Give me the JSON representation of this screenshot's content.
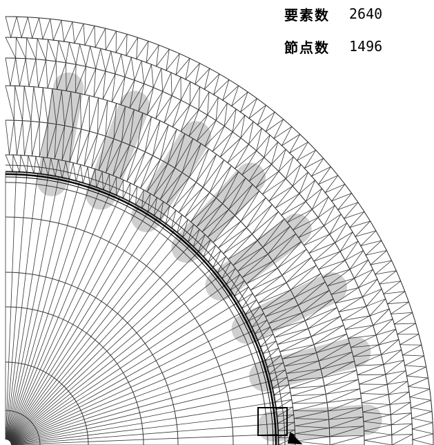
{
  "stats": {
    "elements_label": "要素数",
    "elements_value": "2640",
    "nodes_label": "節点数",
    "nodes_value": "1496"
  },
  "colors": {
    "background": "#ffffff",
    "mesh_line": "#333333",
    "slot_fill": "#cfcfcf",
    "air_gap": "#000000"
  },
  "figure": {
    "kind": "finite-element mesh, quarter cross-section of a motor",
    "slot_count": 8,
    "marked_region": "highlight-box-with-arrow"
  }
}
